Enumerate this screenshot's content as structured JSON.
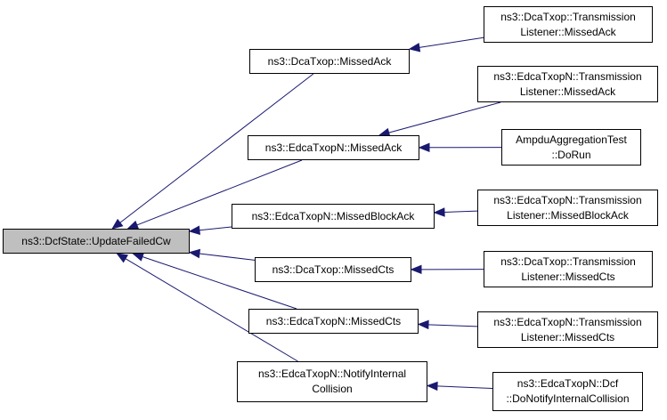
{
  "colors": {
    "edge": "#191970",
    "root_fill": "#bfbfbf",
    "node_fill": "#ffffff",
    "border": "#000000"
  },
  "root": {
    "id": "root",
    "lines": [
      "ns3::DcfState::UpdateFailedCw"
    ]
  },
  "callers": [
    {
      "id": "dcatxop-missedack",
      "lines": [
        "ns3::DcaTxop::MissedAck"
      ]
    },
    {
      "id": "edcatxopn-missedack",
      "lines": [
        "ns3::EdcaTxopN::MissedAck"
      ]
    },
    {
      "id": "edcatxopn-missedblockack",
      "lines": [
        "ns3::EdcaTxopN::MissedBlockAck"
      ]
    },
    {
      "id": "dcatxop-missedcts",
      "lines": [
        "ns3::DcaTxop::MissedCts"
      ]
    },
    {
      "id": "edcatxopn-missedcts",
      "lines": [
        "ns3::EdcaTxopN::MissedCts"
      ]
    },
    {
      "id": "edcatxopn-notifyinternalcollision",
      "lines": [
        "ns3::EdcaTxopN::NotifyInternal",
        "Collision"
      ]
    }
  ],
  "second_callers": [
    {
      "id": "dcatxop-tl-missedack",
      "lines": [
        "ns3::DcaTxop::Transmission",
        "Listener::MissedAck"
      ]
    },
    {
      "id": "edcatxopn-tl-missedack",
      "lines": [
        "ns3::EdcaTxopN::Transmission",
        "Listener::MissedAck"
      ]
    },
    {
      "id": "ampdu-dorun",
      "lines": [
        "AmpduAggregationTest",
        "::DoRun"
      ]
    },
    {
      "id": "edcatxopn-tl-missedblockack",
      "lines": [
        "ns3::EdcaTxopN::Transmission",
        "Listener::MissedBlockAck"
      ]
    },
    {
      "id": "dcatxop-tl-missedcts",
      "lines": [
        "ns3::DcaTxop::Transmission",
        "Listener::MissedCts"
      ]
    },
    {
      "id": "edcatxopn-tl-missedcts",
      "lines": [
        "ns3::EdcaTxopN::Transmission",
        "Listener::MissedCts"
      ]
    },
    {
      "id": "edcatxopn-dcf-donotify",
      "lines": [
        "ns3::EdcaTxopN::Dcf",
        "::DoNotifyInternalCollision"
      ]
    }
  ],
  "edges": [
    {
      "from": "dcatxop-missedack",
      "to": "root"
    },
    {
      "from": "edcatxopn-missedack",
      "to": "root"
    },
    {
      "from": "edcatxopn-missedblockack",
      "to": "root"
    },
    {
      "from": "dcatxop-missedcts",
      "to": "root"
    },
    {
      "from": "edcatxopn-missedcts",
      "to": "root"
    },
    {
      "from": "edcatxopn-notifyinternalcollision",
      "to": "root"
    },
    {
      "from": "dcatxop-tl-missedack",
      "to": "dcatxop-missedack"
    },
    {
      "from": "edcatxopn-tl-missedack",
      "to": "edcatxopn-missedack"
    },
    {
      "from": "ampdu-dorun",
      "to": "edcatxopn-missedack"
    },
    {
      "from": "edcatxopn-tl-missedblockack",
      "to": "edcatxopn-missedblockack"
    },
    {
      "from": "dcatxop-tl-missedcts",
      "to": "dcatxop-missedcts"
    },
    {
      "from": "edcatxopn-tl-missedcts",
      "to": "edcatxopn-missedcts"
    },
    {
      "from": "edcatxopn-dcf-donotify",
      "to": "edcatxopn-notifyinternalcollision"
    }
  ]
}
